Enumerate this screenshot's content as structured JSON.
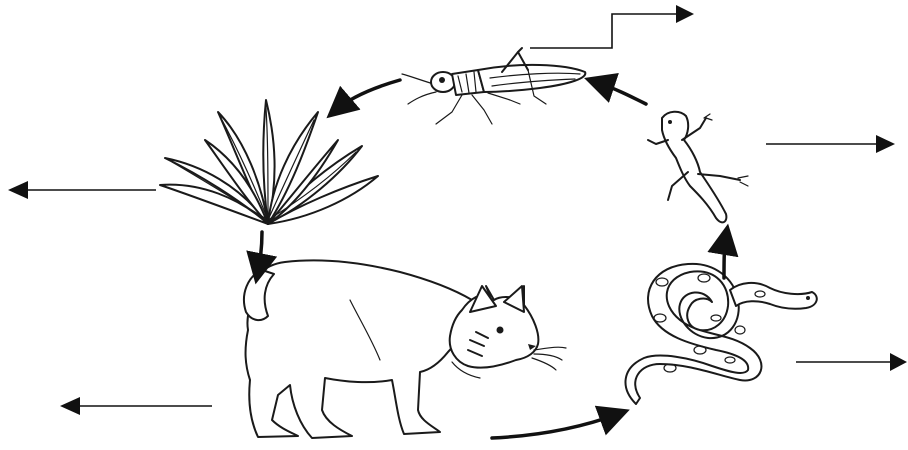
{
  "diagram": {
    "organisms": [
      {
        "id": "grasshopper",
        "icon": "grasshopper-icon"
      },
      {
        "id": "plant",
        "icon": "agave-plant-icon"
      },
      {
        "id": "bobcat",
        "icon": "bobcat-icon"
      },
      {
        "id": "snake",
        "icon": "snake-icon"
      },
      {
        "id": "lizard",
        "icon": "lizard-icon"
      }
    ],
    "cycle_arrows": [
      {
        "from": "grasshopper",
        "to": "plant"
      },
      {
        "from": "plant",
        "to": "bobcat"
      },
      {
        "from": "bobcat",
        "to": "snake"
      },
      {
        "from": "snake",
        "to": "lizard"
      },
      {
        "from": "lizard",
        "to": "grasshopper"
      }
    ],
    "label_pointers": [
      {
        "target": "grasshopper",
        "label": ""
      },
      {
        "target": "plant",
        "label": ""
      },
      {
        "target": "lizard",
        "label": ""
      },
      {
        "target": "snake",
        "label": ""
      },
      {
        "target": "bobcat",
        "label": ""
      }
    ]
  }
}
